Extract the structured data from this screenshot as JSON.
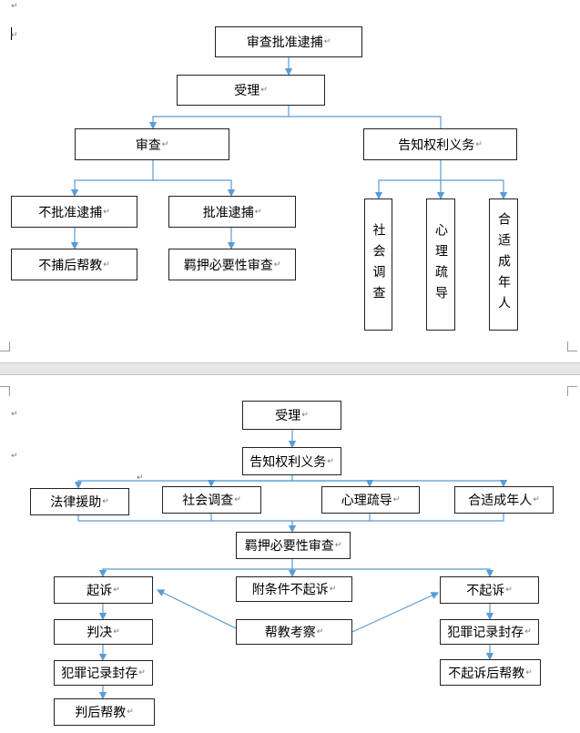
{
  "page1": {
    "approve_arrest": "审查批准逮捕",
    "accept": "受理",
    "review": "审查",
    "inform_rights": "告知权利义务",
    "not_approve": "不批准逮捕",
    "approve": "批准逮捕",
    "help_after_not_arrest": "不捕后帮教",
    "detention_review": "羁押必要性审查",
    "social_survey": "社会调查",
    "psych_counsel": "心理疏导",
    "adult_present": "合适成年人"
  },
  "page2": {
    "accept": "受理",
    "inform_rights": "告知权利义务",
    "legal_aid": "法律援助",
    "social_survey": "社会调查",
    "psych_counsel": "心理疏导",
    "adult_present": "合适成年人",
    "detention_review": "羁押必要性审查",
    "prosecute": "起诉",
    "conditional_non_prosecute": "附条件不起诉",
    "non_prosecute": "不起诉",
    "judgment": "判决",
    "probation_help": "帮教考察",
    "seal_record_left": "犯罪记录封存",
    "seal_record_right": "犯罪记录封存",
    "help_after_judgment": "判后帮教",
    "help_after_non_prosecute": "不起诉后帮教"
  },
  "paragraph_mark": "↵",
  "colors": {
    "connector": "#5b9bd5",
    "box_border": "#222222",
    "page_gap": "#e6e6e6"
  }
}
